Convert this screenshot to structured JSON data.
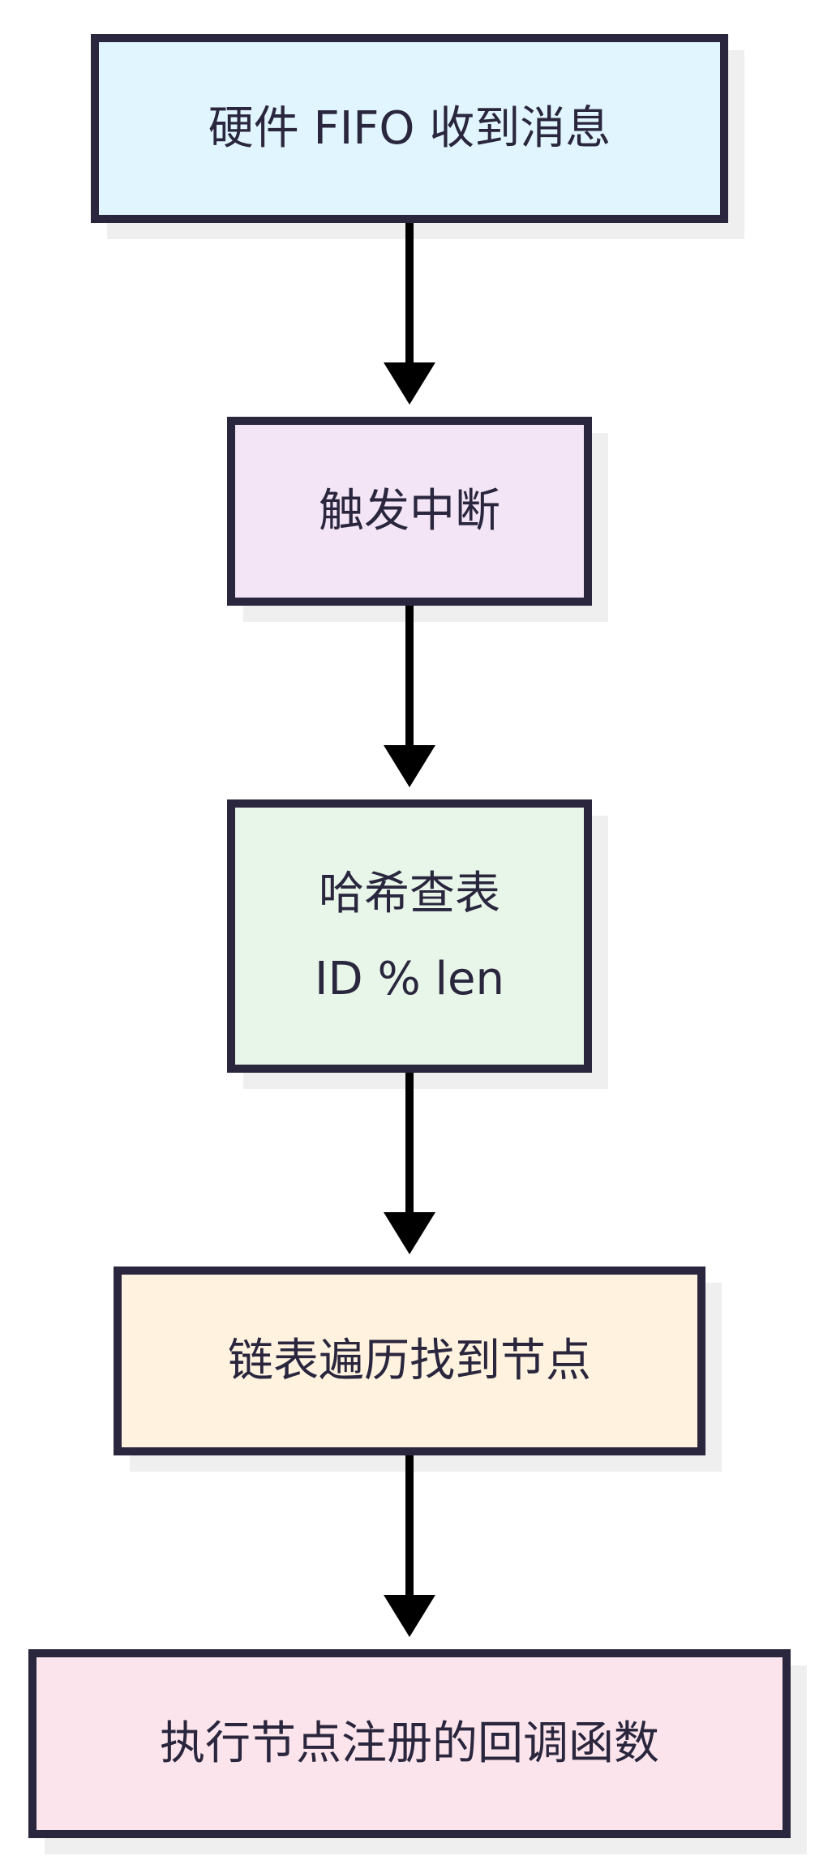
{
  "diagram": {
    "type": "flowchart",
    "direction": "top-to-bottom",
    "nodes": [
      {
        "id": "n1",
        "lines": [
          "硬件 FIFO 收到消息"
        ],
        "fill": "#e1f5fe"
      },
      {
        "id": "n2",
        "lines": [
          "触发中断"
        ],
        "fill": "#f3e5f5"
      },
      {
        "id": "n3",
        "lines": [
          "哈希查表",
          "ID % len"
        ],
        "fill": "#e8f5e9"
      },
      {
        "id": "n4",
        "lines": [
          "链表遍历找到节点"
        ],
        "fill": "#fff3e0"
      },
      {
        "id": "n5",
        "lines": [
          "执行节点注册的回调函数"
        ],
        "fill": "#fce4ec"
      }
    ],
    "edges": [
      {
        "from": "n1",
        "to": "n2"
      },
      {
        "from": "n2",
        "to": "n3"
      },
      {
        "from": "n3",
        "to": "n4"
      },
      {
        "from": "n4",
        "to": "n5"
      }
    ],
    "colors": {
      "border": "#29263d",
      "text": "#29263d",
      "arrow": "#000000",
      "shadow": "#efefef",
      "background": "#ffffff"
    }
  }
}
